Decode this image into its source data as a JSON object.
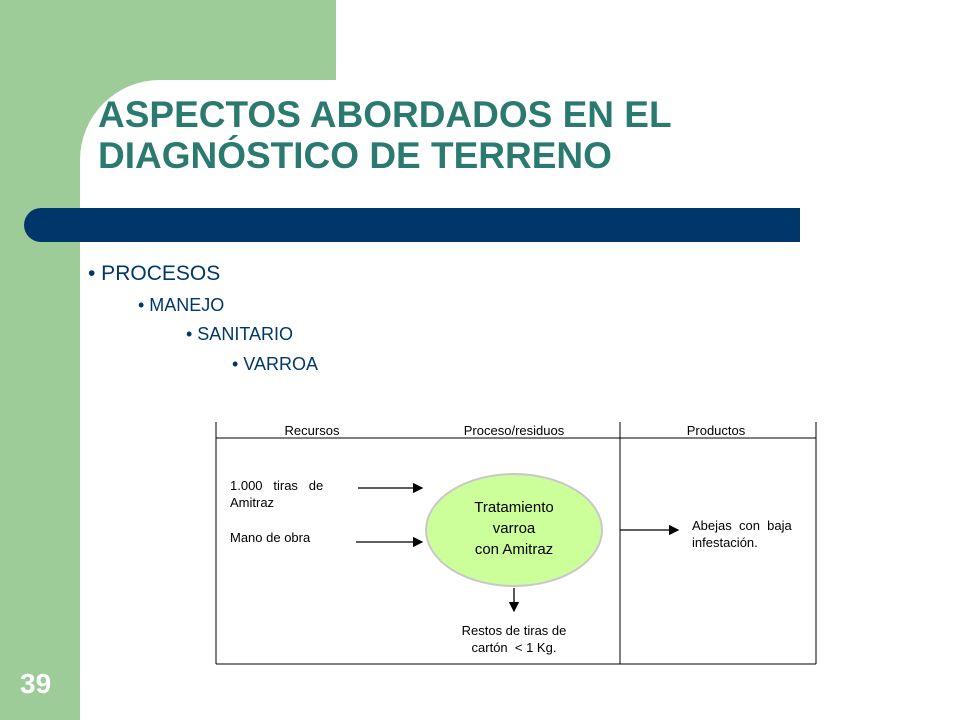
{
  "slide": {
    "title_line1": "ASPECTOS ABORDADOS EN EL",
    "title_line2": "DIAGNÓSTICO DE TERRENO",
    "number": "39"
  },
  "bullets": [
    {
      "text": "• PROCESOS"
    },
    {
      "text": "• MANEJO"
    },
    {
      "text": "• SANITARIO"
    },
    {
      "text": "• VARROA"
    }
  ],
  "diagram": {
    "headers": {
      "resources": "Recursos",
      "process": "Proceso/residuos",
      "products": "Productos"
    },
    "inputs": {
      "input1_line1": "1.000   tiras   de",
      "input1_line2": "Amitraz",
      "input2": "Mano de obra"
    },
    "process_node": {
      "line1": "Tratamiento",
      "line2": "varroa",
      "line3": "con Amitraz",
      "fill_color": "#ccff99"
    },
    "residue": {
      "line1": "Restos de tiras de",
      "line2": "cartón  < 1 Kg."
    },
    "output": {
      "line1": "Abejas  con  baja",
      "line2": "infestación."
    }
  },
  "colors": {
    "green": "#9dcc98",
    "navy": "#00376a",
    "title": "#2b7a70"
  }
}
